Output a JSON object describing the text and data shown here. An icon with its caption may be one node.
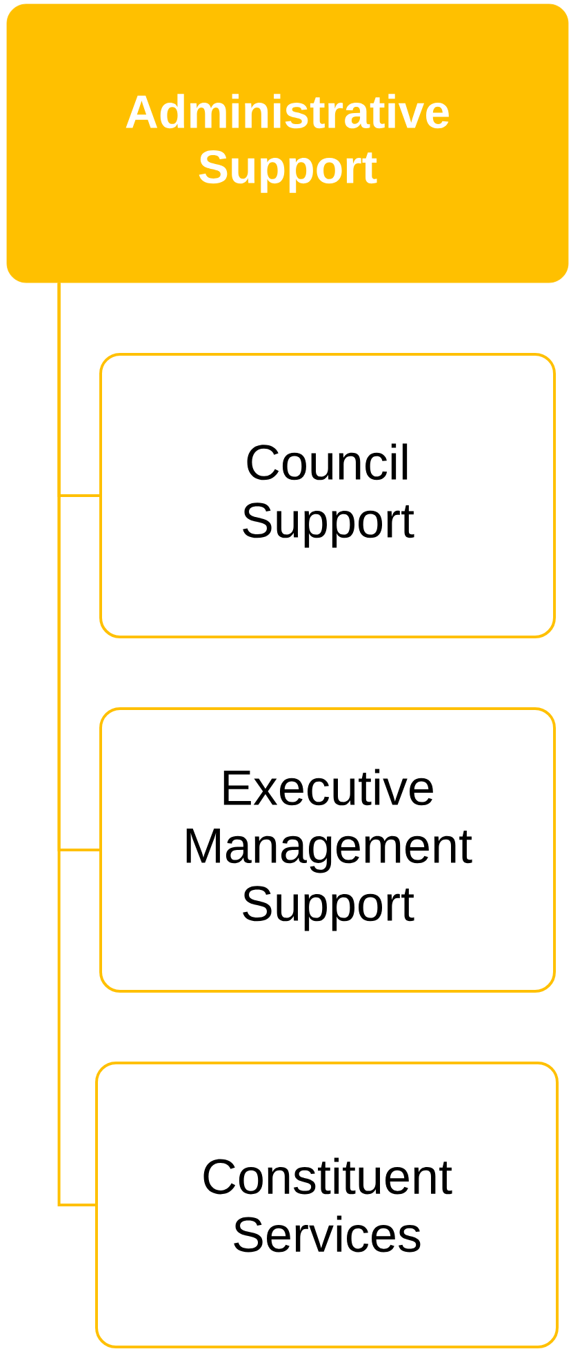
{
  "diagram": {
    "nodes": [
      {
        "text": [
          "Administrative Support"
        ]
      },
      {
        "text": [
          "Council Support"
        ]
      },
      {
        "text": [
          "Executive Management Support"
        ]
      },
      {
        "text": [
          "Constituent Services"
        ]
      }
    ],
    "edges": [
      {
        "from": 0,
        "to": 1,
        "arrow": "none"
      },
      {
        "from": 0,
        "to": 2,
        "arrow": "none"
      },
      {
        "from": 0,
        "to": 3,
        "arrow": "none"
      }
    ]
  }
}
